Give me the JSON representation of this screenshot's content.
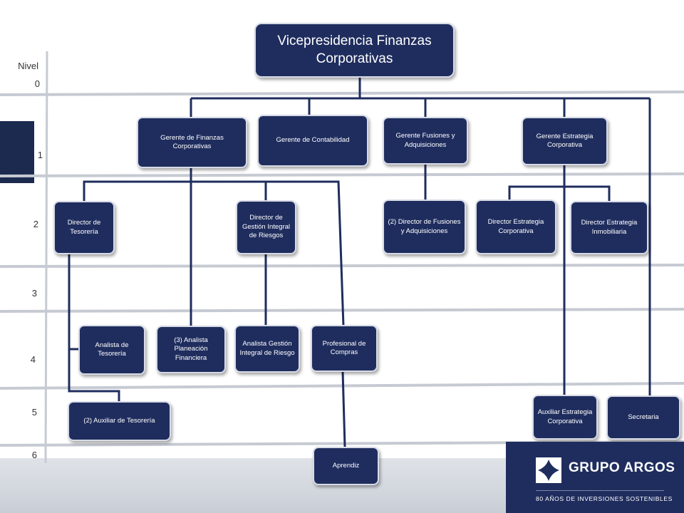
{
  "levels": {
    "title": "Nivel",
    "labels": [
      "0",
      "1",
      "2",
      "3",
      "4",
      "5",
      "6"
    ]
  },
  "org": {
    "root": "Vicepresidencia Finanzas Corporativas",
    "gerente_finanzas": "Gerente de Finanzas Corporativas",
    "gerente_contabilidad": "Gerente de Contabilidad",
    "gerente_fusiones": "Gerente Fusiones y Adquisiciones",
    "gerente_estrategia": "Gerente Estrategia Corporativa",
    "director_tesoreria": "Director de Tesorería",
    "director_riesgos": "Director de Gestión Integral de Riesgos",
    "director_fusiones": "(2) Director de Fusiones y Adquisiciones",
    "director_estrategia": "Director Estrategia Corporativa",
    "director_inmobiliaria": "Director Estrategia Inmobiliaria",
    "analista_tesoreria": "Analista de Tesorería",
    "analista_planeacion": "(3) Analista Planeación Financiera",
    "analista_riesgo": "Analista Gestión Integral de Riesgo",
    "profesional_compras": "Profesional de Compras",
    "auxiliar_tesoreria": "(2) Auxiliar de Tesorería",
    "auxiliar_estrategia": "Auxiliar Estrategia Corporativa",
    "secretaria": "Secretaria",
    "aprendiz": "Aprendiz"
  },
  "brand": {
    "name": "GRUPO ARGOS",
    "tagline": "80 AÑOS DE INVERSIONES SOSTENIBLES",
    "color": "#1f2d5e"
  }
}
